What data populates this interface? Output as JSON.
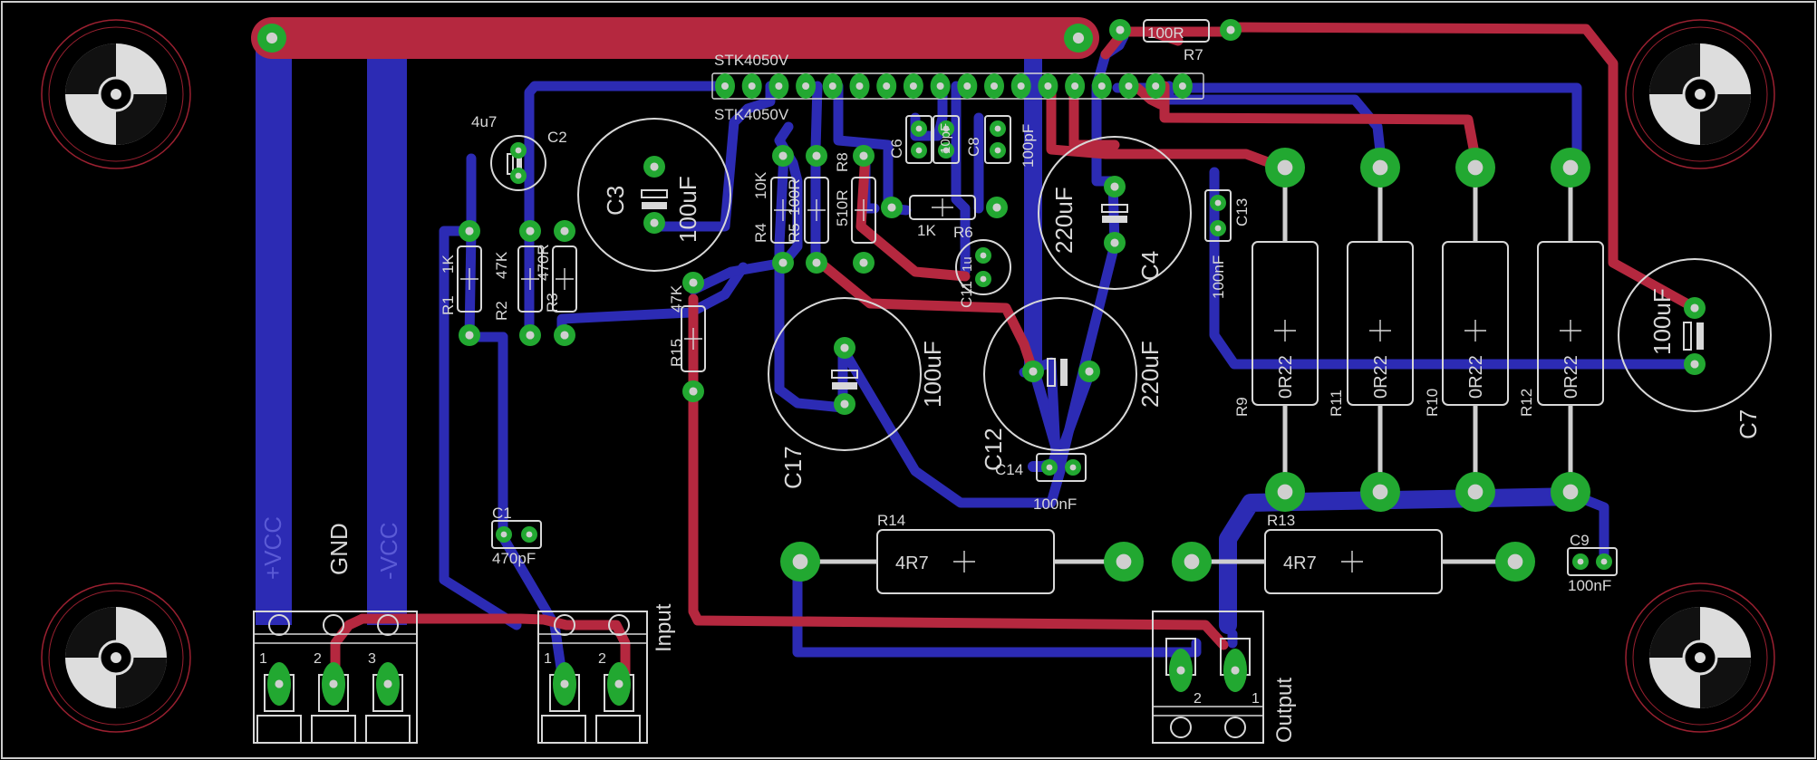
{
  "board": {
    "colors": {
      "background": "#000000",
      "top_copper": "#b5283f",
      "bottom_copper": "#2c2bb4",
      "pads": "#22a831",
      "silkscreen": "#d8d8d8",
      "outline": "#cccccc",
      "holes": "#cfcfcf"
    }
  },
  "labels": {
    "ic_name_top": "STK4050V",
    "ic_name_bottom": "STK4050V",
    "power_vcc_plus": "+VCC",
    "power_gnd": "GND",
    "power_vcc_minus": "-VCC",
    "input_label": "Input",
    "output_label": "Output",
    "pin1": "1",
    "pin2": "2",
    "pin3": "3",
    "out_pin1": "1",
    "out_pin2": "2",
    "r7_value": "100R",
    "r7_name": "R7",
    "c2_value": "4u7",
    "c2_name": "C2",
    "c3_name": "C3",
    "c3_value": "100uF",
    "r1_name": "R1",
    "r1_value": "1K",
    "r2_name": "R2",
    "r2_value": "47K",
    "r3_name": "R3",
    "r3_value": "470R",
    "r4_name": "R4",
    "r4_value": "10K",
    "r5_name": "R5",
    "r5_value": "100R",
    "r8_name": "R8",
    "r8_value": "510R",
    "r6_name": "R6",
    "r6_value": "1K",
    "c6_name": "C6",
    "c8_name": "C8",
    "c8_value": "100pF",
    "cmid_value": "10pF",
    "c4_name": "C4",
    "c4_value": "220uF",
    "c13_name": "C13",
    "c13_value": "100nF",
    "c11_name": "C11",
    "c11_value": "1u",
    "r15_name": "R15",
    "r15_value": "47K",
    "c17_name": "C17",
    "c17_value": "100uF",
    "c12_name": "C12",
    "c12_value": "220uF",
    "c14_name": "C14",
    "c14_value": "100nF",
    "c1_name": "C1",
    "c1_value": "470pF",
    "r14_name": "R14",
    "r14_value": "4R7",
    "r13_name": "R13",
    "r13_value": "4R7",
    "c9_name": "C9",
    "c9_value": "100nF",
    "r9_name": "R9",
    "r11_name": "R11",
    "r10_name": "R10",
    "r12_name": "R12",
    "r9_value": "0R22",
    "r11_value": "0R22",
    "r10_value": "0R22",
    "r12_value": "0R22",
    "c7_name": "C7",
    "c7_value": "100uF"
  }
}
